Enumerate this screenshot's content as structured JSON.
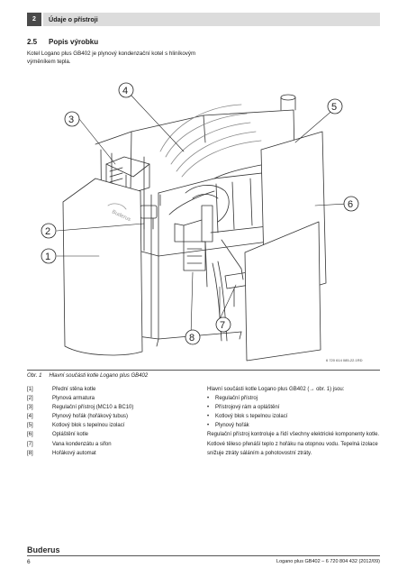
{
  "header": {
    "chapter_number": "2",
    "chapter_title": "Údaje o přístroji"
  },
  "section": {
    "number": "2.5",
    "title": "Popis výrobku",
    "intro": "Kotel Logano plus GB402 je plynový kondenzační kotel s hliníkovým výměníkem tepla."
  },
  "figure": {
    "code": "6 720 614 085-22.1RD",
    "callouts": [
      "1",
      "2",
      "3",
      "4",
      "5",
      "6",
      "7",
      "8"
    ],
    "device_label": "Buderus",
    "caption_number": "Obr. 1",
    "caption_text": "Hlavní součásti kotle Logano plus GB402"
  },
  "legend": [
    {
      "num": "[1]",
      "text": "Přední stěna kotle"
    },
    {
      "num": "[2]",
      "text": "Plynová armatura"
    },
    {
      "num": "[3]",
      "text": "Regulační přístroj (MC10 a BC10)"
    },
    {
      "num": "[4]",
      "text": "Plynový hořák (hořákový tubus)"
    },
    {
      "num": "[5]",
      "text": "Kotlový blok s tepelnou izolací"
    },
    {
      "num": "[6]",
      "text": "Opláštění kotle"
    },
    {
      "num": "[7]",
      "text": "Vana kondenzátu a sifon"
    },
    {
      "num": "[8]",
      "text": "Hořákový automat"
    }
  ],
  "description": {
    "heading": "Hlavní součásti kotle Logano plus GB402 (→ obr. 1) jsou:",
    "bullets": [
      "Regulační přístroj",
      "Přístrojový rám a opláštění",
      "Kotlový blok s tepelnou izolací",
      "Plynový hořák"
    ],
    "para1": "Regulační přístroj kontroluje a řídí všechny elektrické komponenty kotle.",
    "para2": "Kotlové těleso přenáší teplo z hořáku na otopnou vodu. Tepelná izolace snižuje ztráty sáláním a pohotovostní ztráty."
  },
  "footer": {
    "brand": "Buderus",
    "page_number": "6",
    "doc_ref": "Logano plus GB402 – 6 720 804 432 (2012/09)"
  }
}
